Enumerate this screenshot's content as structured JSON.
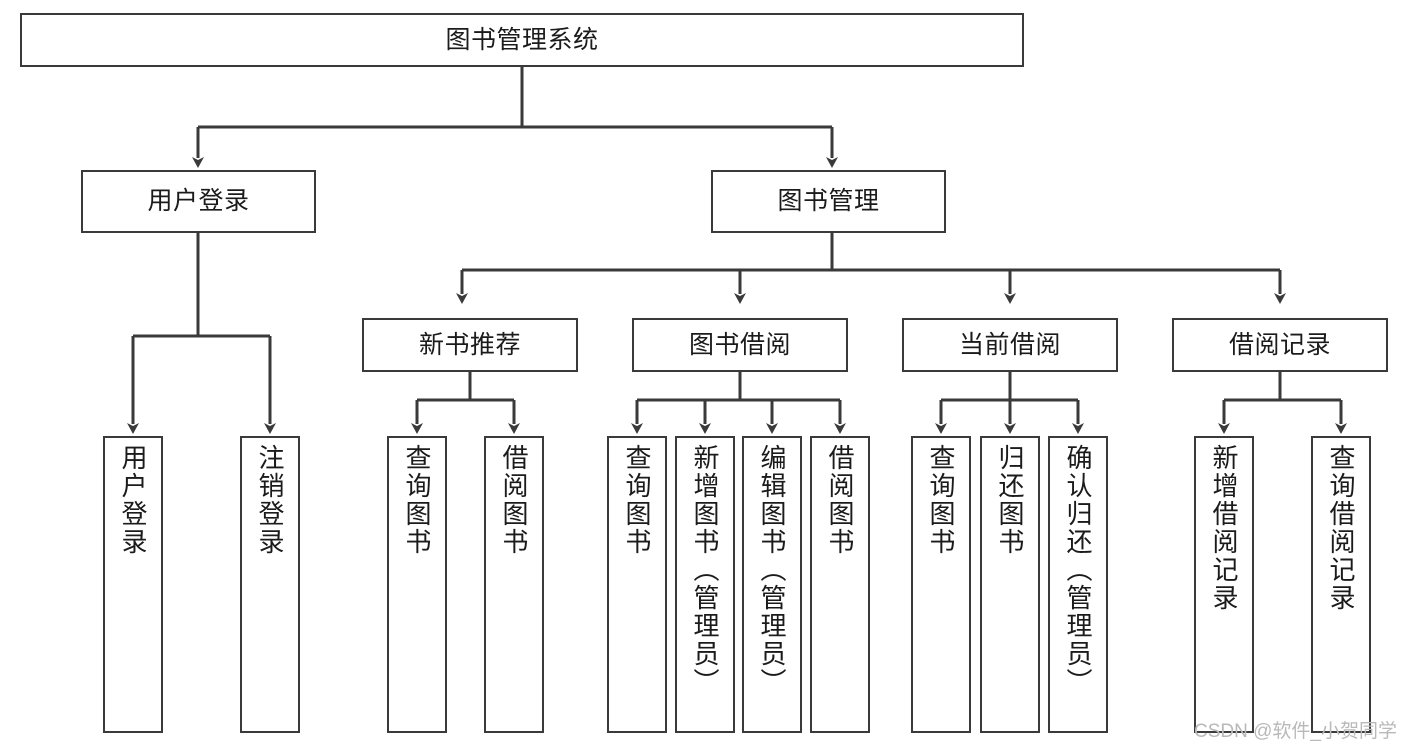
{
  "diagram": {
    "type": "tree",
    "title": "图书管理系统",
    "watermark": "CSDN @软件_小贺同学",
    "colors": {
      "box_border": "#3a3a3a",
      "box_fill": "#ffffff",
      "connector": "#3a3a3a",
      "text": "#1b1b1b",
      "watermark": "#b9b9b9"
    },
    "nodes": {
      "root": {
        "label": "图书管理系统"
      },
      "level2": [
        {
          "label": "用户登录"
        },
        {
          "label": "图书管理"
        }
      ],
      "level3": [
        {
          "label": "新书推荐"
        },
        {
          "label": "图书借阅"
        },
        {
          "label": "当前借阅"
        },
        {
          "label": "借阅记录"
        }
      ],
      "leaves": {
        "user_login": [
          {
            "label": "用户登录"
          },
          {
            "label": "注销登录"
          }
        ],
        "new_book_rec": [
          {
            "label": "查询图书"
          },
          {
            "label": "借阅图书"
          }
        ],
        "book_borrow": [
          {
            "label": "查询图书"
          },
          {
            "label": "新增图书（管理员）"
          },
          {
            "label": "编辑图书（管理员）"
          },
          {
            "label": "借阅图书"
          }
        ],
        "current_borrow": [
          {
            "label": "查询图书"
          },
          {
            "label": "归还图书"
          },
          {
            "label": "确认归还（管理员）"
          }
        ],
        "borrow_record": [
          {
            "label": "新增借阅记录"
          },
          {
            "label": "查询借阅记录"
          }
        ]
      }
    }
  }
}
